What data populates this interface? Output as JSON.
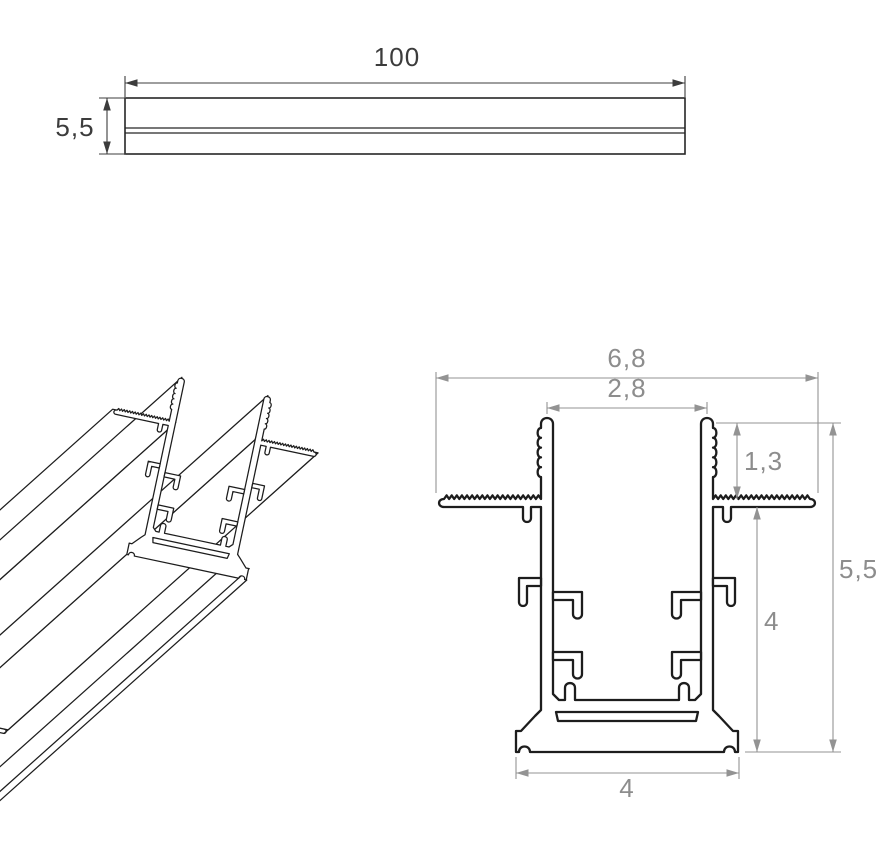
{
  "colors": {
    "background": "#ffffff",
    "profile_line": "#1d1d1d",
    "dimension_dark": "#3c3c3c",
    "dimension_gray": "#939393",
    "text_dark": "#3c3c3c",
    "text_gray": "#8d8d8d"
  },
  "side_view": {
    "length": "100",
    "height": "5,5"
  },
  "cross_section": {
    "overall_width": "6,8",
    "opening_width": "2,8",
    "fin_height": "1,3",
    "overall_height": "5,5",
    "inner_height": "4",
    "base_width": "4"
  }
}
